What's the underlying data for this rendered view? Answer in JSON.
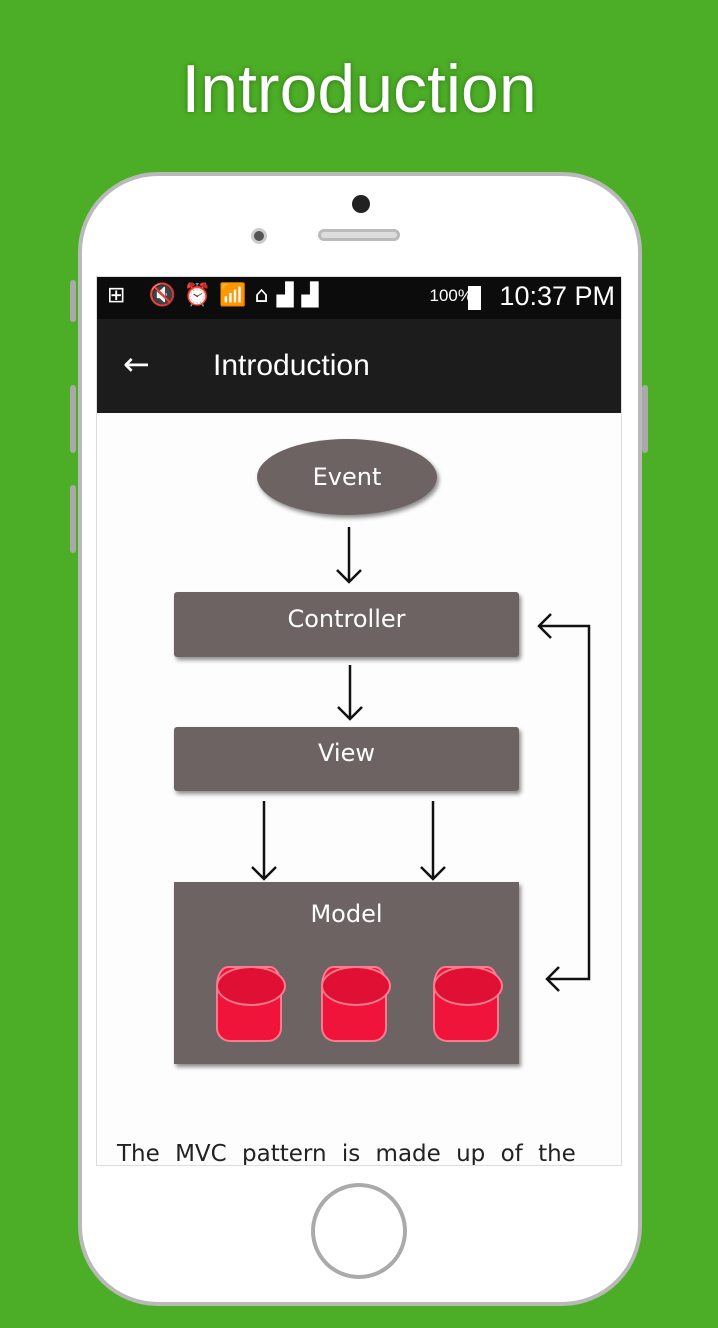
{
  "headline": "Introduction",
  "status_bar": {
    "battery": "100%",
    "time": "10:37 PM"
  },
  "app_bar": {
    "title": "Introduction"
  },
  "diagram": {
    "event": "Event",
    "controller": "Controller",
    "view": "View",
    "model": "Model"
  },
  "body_text": "The MVC pattern is made up of the",
  "colors": {
    "background": "#4cae26",
    "node": "#6c6362",
    "database": "#f0133a"
  }
}
